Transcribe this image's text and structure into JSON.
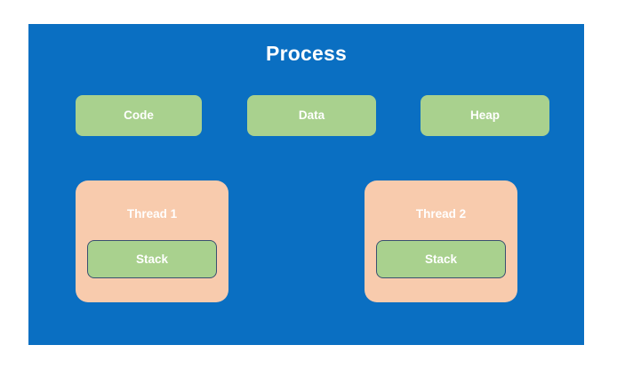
{
  "diagram": {
    "title": "Process",
    "colors": {
      "process_background": "#0A6FC2",
      "segment_fill": "#A9D18E",
      "thread_fill": "#F8CBAD",
      "stack_border": "#3A5070",
      "label_text": "#FFFFFF",
      "canvas_background": "#FFFFFF"
    },
    "segments": [
      {
        "label": "Code"
      },
      {
        "label": "Data"
      },
      {
        "label": "Heap"
      }
    ],
    "threads": [
      {
        "label": "Thread 1",
        "stack_label": "Stack"
      },
      {
        "label": "Thread 2",
        "stack_label": "Stack"
      }
    ]
  }
}
